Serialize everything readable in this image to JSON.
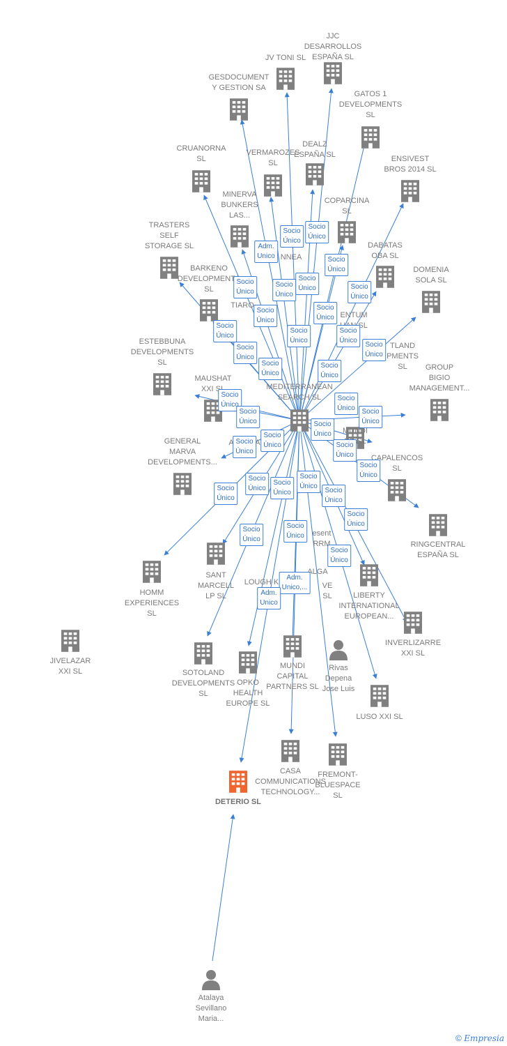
{
  "nodes": [
    {
      "label": "JJC\nDESARROLLOS\nESPAÑA  SL",
      "type": "company"
    },
    {
      "label": "JV TONI  SL",
      "type": "company"
    },
    {
      "label": "GESDOCUMENT\nY GESTION SA",
      "type": "company"
    },
    {
      "label": "GATOS 1\nDEVELOPMENTS\nSL",
      "type": "company"
    },
    {
      "label": "DEALZ\nESPAÑA  SL",
      "type": "company"
    },
    {
      "label": "VERMAROZES\nSL",
      "type": "company"
    },
    {
      "label": "CRUANORNA\nSL",
      "type": "company"
    },
    {
      "label": "ENSIVEST\nBROS 2014  SL",
      "type": "company"
    },
    {
      "label": "MINERVA\nBUNKERS\nLAS...",
      "type": "company"
    },
    {
      "label": "COPARCINA\nSL",
      "type": "company"
    },
    {
      "label": "TRASTERS\nSELF\nSTORAGE  SL",
      "type": "company"
    },
    {
      "label": "DABATAS\nOBA  SL",
      "type": "company"
    },
    {
      "label": "DOMENIA\nSOLA SL",
      "type": "company"
    },
    {
      "label": "BARKENO\nDEVELOPMENTS\nSL",
      "type": "company"
    },
    {
      "label": "ESTEBBUNA\nDEVELOPMENTS\nSL",
      "type": "company"
    },
    {
      "label": "MAUSHAT\nXXI  SL",
      "type": "company"
    },
    {
      "label": "MEDITERRANEAN\nSEARCH SL",
      "type": "company"
    },
    {
      "label": "GROUP\nBIGIO\nMANAGEMENT...",
      "type": "company"
    },
    {
      "label": "GENERAL\nMARVA\nDEVELOPMENTS...",
      "type": "company"
    },
    {
      "label": "MUNDI\nES  SL",
      "type": "company"
    },
    {
      "label": "CAPALENCOS\nSL",
      "type": "company"
    },
    {
      "label": "RINGCENTRAL\nESPAÑA  SL",
      "type": "company"
    },
    {
      "label": "HOMM\nEXPERIENCES\nSL",
      "type": "company"
    },
    {
      "label": "SANT\nMARCELL\nLP  SL",
      "type": "company"
    },
    {
      "label": "LIBERTY\nINTERNATIONAL\nEUROPEAN...",
      "type": "company"
    },
    {
      "label": "JIVELAZAR\nXXI  SL",
      "type": "company"
    },
    {
      "label": "INVERLIZARRE\nXXI  SL",
      "type": "company"
    },
    {
      "label": "SOTOLAND\nDEVELOPMENTS\nSL",
      "type": "company"
    },
    {
      "label": "OPKO\nHEALTH\nEUROPE  SL",
      "type": "company"
    },
    {
      "label": "MUNDI\nCAPITAL\nPARTNERS  SL",
      "type": "company"
    },
    {
      "label": "Rivas\nDepena\nJose Luis",
      "type": "person"
    },
    {
      "label": "LUSO XXI  SL",
      "type": "company"
    },
    {
      "label": "CASA\nCOMMUNICATIONS\nTECHNOLOGY...",
      "type": "company"
    },
    {
      "label": "FREMONT-\nBLUESPACE\nSL",
      "type": "company"
    },
    {
      "label": "DETERIO  SL",
      "type": "company",
      "highlight": true
    },
    {
      "label": "Atalaya\nSevillano\nMaria...",
      "type": "person"
    }
  ],
  "partial_labels": [
    "NNEA",
    "TIARO",
    "ENTUM\nUAN  SL",
    "TLAND\nPMENTS\nSL",
    "ANTURA",
    "LOUGH KI",
    "ALGA",
    "VE\nSL",
    "esent\nRRM"
  ],
  "edge_labels": [
    "Socio\nÚnico",
    "Socio\nÚnico",
    "Adm.\nUnico",
    "Socio\nÚnico",
    "Socio\nÚnico",
    "Socio\nÚnico",
    "Socio\nÚnico",
    "Socio\nÚnico",
    "Socio\nÚnico",
    "Socio\nÚnico",
    "Socio\nÚnico",
    "Socio\nÚnico",
    "Socio\nÚnico",
    "Socio\nÚnico",
    "Socio\nÚnico",
    "Socio\nÚnico",
    "Socio\nÚnico",
    "Socio\nÚnico",
    "Socio\nÚnico",
    "Socio\nÚnico",
    "Socio\nÚnico",
    "Socio\nÚnico",
    "Socio\nÚnico",
    "Socio\nÚnico",
    "Socio\nÚnico",
    "Socio\nÚnico",
    "Socio\nÚnico",
    "Socio\nÚnico",
    "Socio\nÚnico",
    "Socio\nÚnico",
    "Socio\nÚnico",
    "Socio\nÚnico",
    "Socio\nÚnico",
    "Socio\nÚnico",
    "Socio\nÚnico",
    "Adm.\nUnico,...",
    "Adm.\nUnico"
  ],
  "colors": {
    "edge": "#3a7fd5",
    "node": "#808080",
    "highlight": "#f0642d"
  },
  "footer": {
    "copyright": "©",
    "brand": "Empresia"
  }
}
